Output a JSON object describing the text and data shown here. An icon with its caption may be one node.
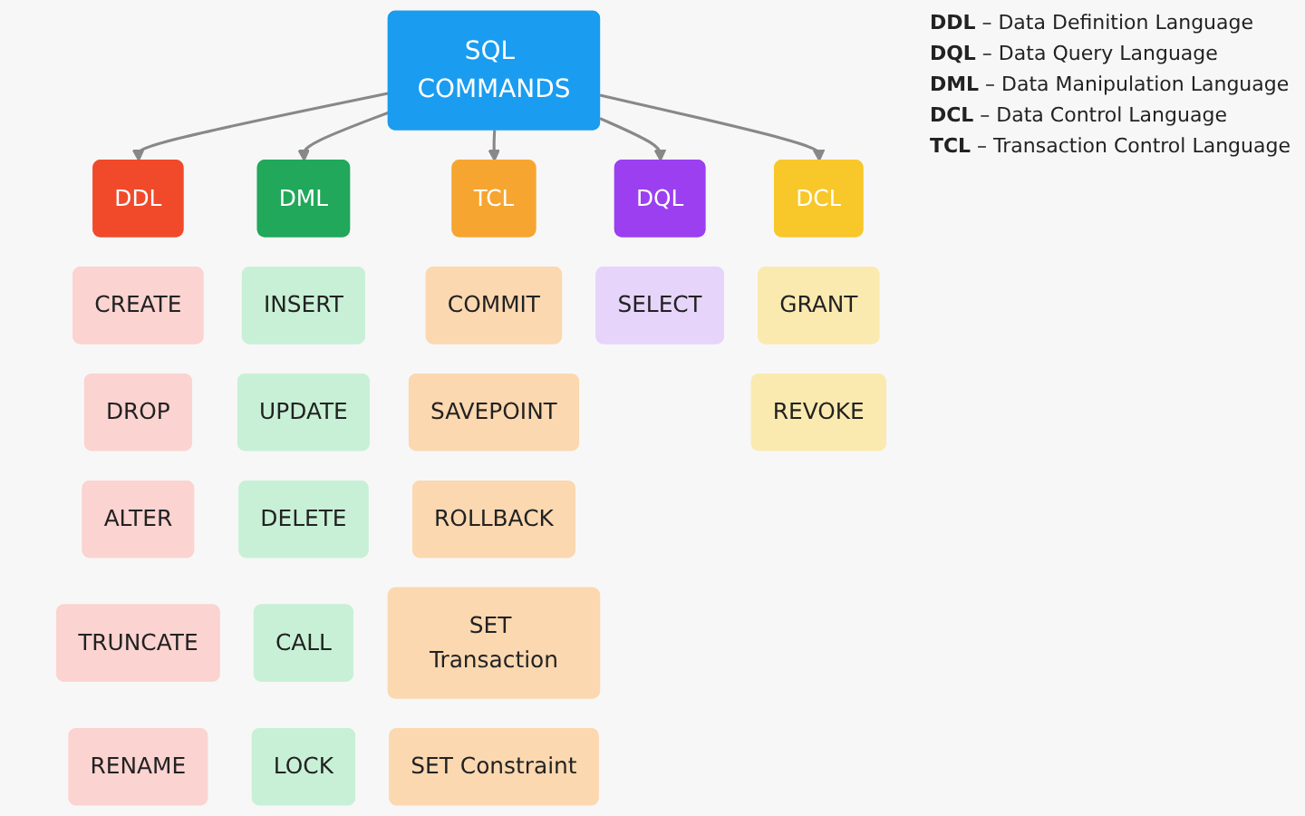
{
  "diagram": {
    "nodes": [
      {
        "text": [
          "SQL COMMANDS"
        ]
      },
      {
        "text": [
          "DDL"
        ]
      },
      {
        "text": [
          "DML"
        ]
      },
      {
        "text": [
          "TCL"
        ]
      },
      {
        "text": [
          "DQL"
        ]
      },
      {
        "text": [
          "DCL"
        ]
      },
      {
        "text": [
          "CREATE"
        ]
      },
      {
        "text": [
          "DROP"
        ]
      },
      {
        "text": [
          "ALTER"
        ]
      },
      {
        "text": [
          "TRUNCATE"
        ]
      },
      {
        "text": [
          "RENAME"
        ]
      },
      {
        "text": [
          "INSERT"
        ]
      },
      {
        "text": [
          "UPDATE"
        ]
      },
      {
        "text": [
          "DELETE"
        ]
      },
      {
        "text": [
          "CALL"
        ]
      },
      {
        "text": [
          "LOCK"
        ]
      },
      {
        "text": [
          "COMMIT"
        ]
      },
      {
        "text": [
          "SAVEPOINT"
        ]
      },
      {
        "text": [
          "ROLLBACK"
        ]
      },
      {
        "text": [
          "SET Transaction"
        ]
      },
      {
        "text": [
          "SET Constraint"
        ]
      },
      {
        "text": [
          "SELECT"
        ]
      },
      {
        "text": [
          "GRANT"
        ]
      },
      {
        "text": [
          "REVOKE"
        ]
      }
    ],
    "edges": [
      {
        "from": 0,
        "to": 1,
        "arrow": "to"
      },
      {
        "from": 0,
        "to": 2,
        "arrow": "to"
      },
      {
        "from": 0,
        "to": 3,
        "arrow": "to"
      },
      {
        "from": 0,
        "to": 4,
        "arrow": "to"
      },
      {
        "from": 0,
        "to": 5,
        "arrow": "to"
      }
    ],
    "labels": [
      "**DDL** – Data Definition Language",
      "**DQL** – Data Query Language",
      "**DML** – Data Manipulation Language",
      "**DCL** – Data Control Language",
      "**TCL** – Transaction Control Language"
    ]
  }
}
